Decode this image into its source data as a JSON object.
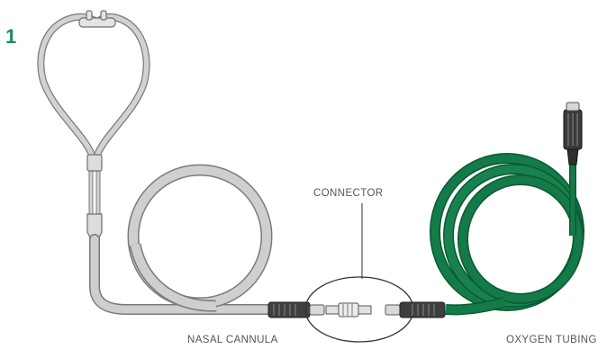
{
  "figure": {
    "step_number": "1",
    "labels": {
      "connector": "CONNECTOR",
      "nasal_cannula": "NASAL CANNULA",
      "oxygen_tubing": "OXYGEN TUBING"
    }
  },
  "colors": {
    "cannula_tubing": "#c9c9c9",
    "cannula_outline": "#7a7a7a",
    "oxygen_tubing": "#137a48",
    "oxygen_tubing_dark": "#0b5a33",
    "connector_body": "#4a4a4a",
    "step_number": "#1f8a5a"
  },
  "icons": {
    "nasal_prongs": "nasal-prongs-icon",
    "connector": "connector-icon"
  }
}
